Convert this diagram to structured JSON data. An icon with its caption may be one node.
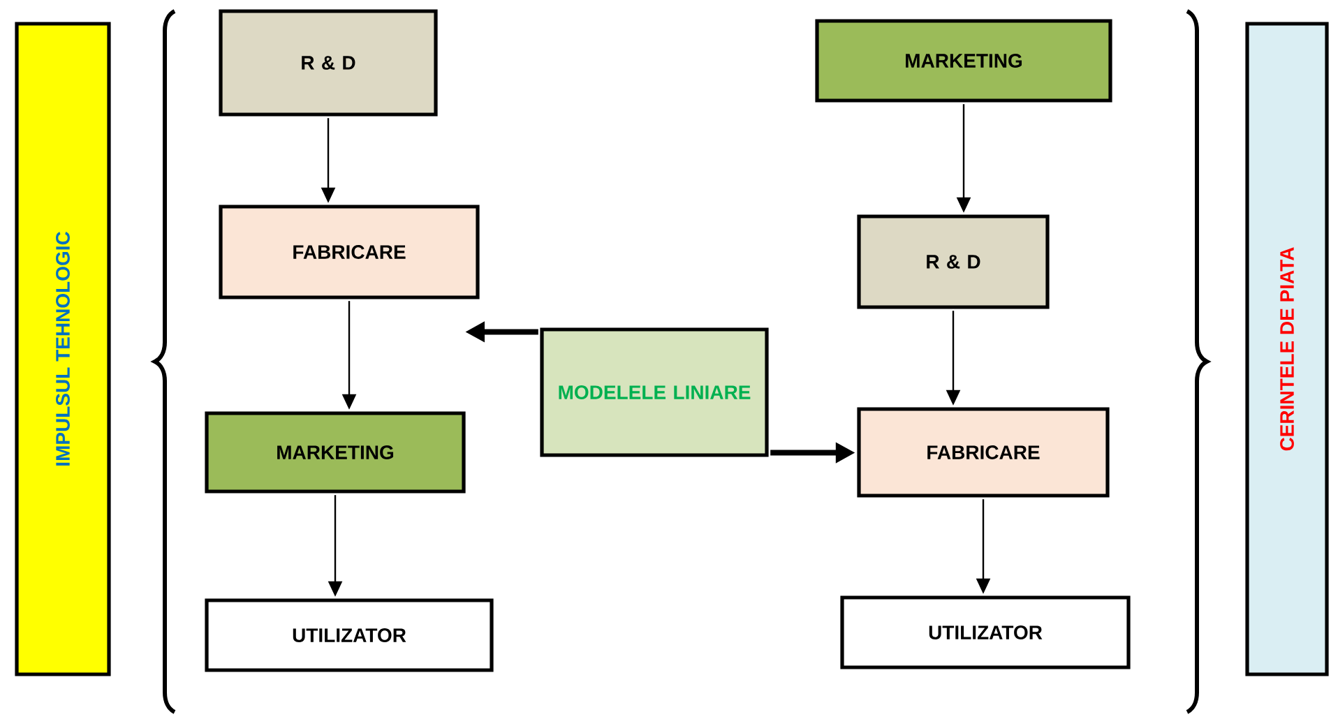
{
  "diagram": {
    "nodes": [
      {
        "text": [
          "IMPULSUL TEHNOLOGIC"
        ]
      },
      {
        "text": [
          "R & D"
        ]
      },
      {
        "text": [
          "FABRICARE"
        ]
      },
      {
        "text": [
          "MARKETING"
        ]
      },
      {
        "text": [
          "UTILIZATOR"
        ]
      },
      {
        "text": [
          "MODELELE LINIARE"
        ]
      },
      {
        "text": [
          "MARKETING"
        ]
      },
      {
        "text": [
          "R & D"
        ]
      },
      {
        "text": [
          "FABRICARE"
        ]
      },
      {
        "text": [
          "UTILIZATOR"
        ]
      },
      {
        "text": [
          "CERINTELE DE PIATA"
        ]
      }
    ],
    "edges": [
      {
        "from": 1,
        "to": 2,
        "arrow": "to"
      },
      {
        "from": 2,
        "to": 3,
        "arrow": "to"
      },
      {
        "from": 3,
        "to": 4,
        "arrow": "to"
      },
      {
        "from": 6,
        "to": 7,
        "arrow": "to"
      },
      {
        "from": 7,
        "to": 8,
        "arrow": "to"
      },
      {
        "from": 8,
        "to": 9,
        "arrow": "to"
      },
      {
        "from": 5,
        "to": null,
        "arrow": "to",
        "style": "thick"
      },
      {
        "from": 5,
        "to": 8,
        "arrow": "to",
        "style": "thick"
      }
    ]
  }
}
